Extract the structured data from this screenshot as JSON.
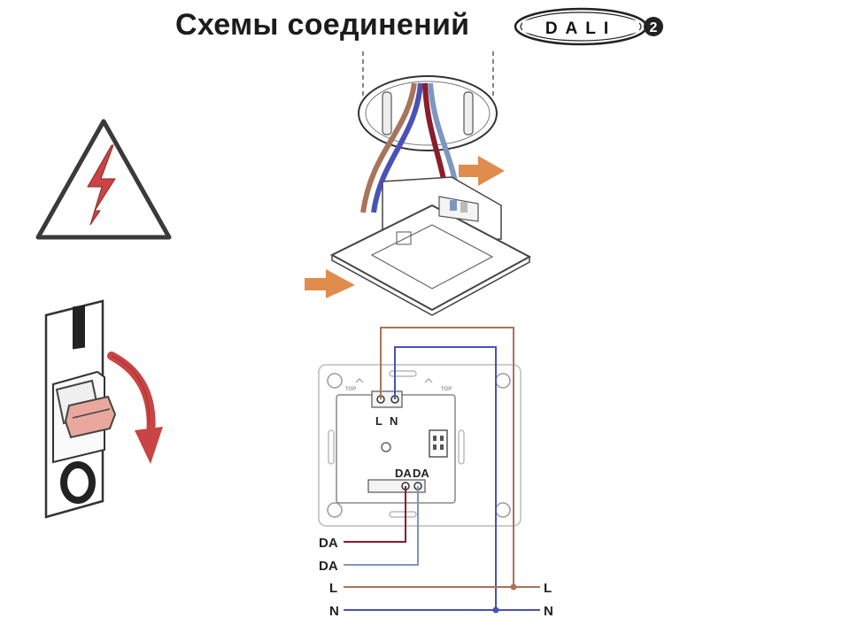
{
  "header": {
    "title": "Схемы соединений",
    "logo_text": "DALI",
    "logo_version": "2"
  },
  "switch": {
    "on_symbol": "I",
    "off_symbol": "O"
  },
  "module": {
    "top_marks": [
      "TOP",
      "TOP"
    ],
    "terminals_top": [
      "L",
      "N"
    ],
    "terminals_bottom": [
      "DA",
      "DA"
    ]
  },
  "wires": {
    "left_labels": [
      "DA",
      "DA",
      "L",
      "N"
    ],
    "right_labels": [
      "L",
      "N"
    ]
  },
  "colors": {
    "live_brown": "#a8745a",
    "neutral_blue": "#4a52b8",
    "dali_red": "#8a1c2c",
    "dali_light_blue": "#7d97c2",
    "arrow_orange": "#e08c4c",
    "warning_red": "#c94444",
    "switch_pink": "#e9a79e"
  },
  "icons": [
    "warning-electric-icon",
    "circuit-breaker-icon",
    "rotate-arrow-icon",
    "push-arrow-icon"
  ]
}
